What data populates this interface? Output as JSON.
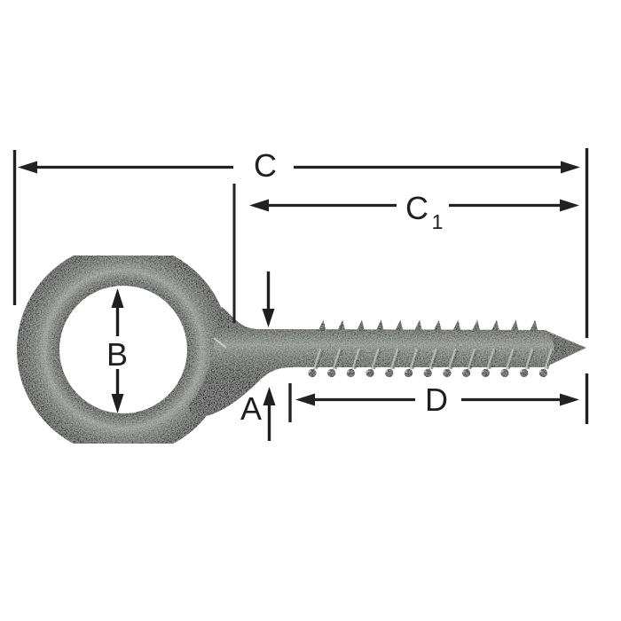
{
  "figure": {
    "type": "technical dimension diagram",
    "subject": "screw eye (eye bolt with wood screw thread), side view",
    "background_color": "#ffffff",
    "line_color": "#222222",
    "metal_dark": "#1a1d1a",
    "metal_mid": "#565b56",
    "metal_highlight": "#8a8f8a"
  },
  "labels": {
    "overall_length": "C",
    "shank_length_base": "C",
    "shank_length_subscript": "1",
    "eye_inner_diameter": "B",
    "wire_diameter": "A",
    "thread_length": "D"
  },
  "threads": {
    "crest_count": 12,
    "root_count": 13
  }
}
